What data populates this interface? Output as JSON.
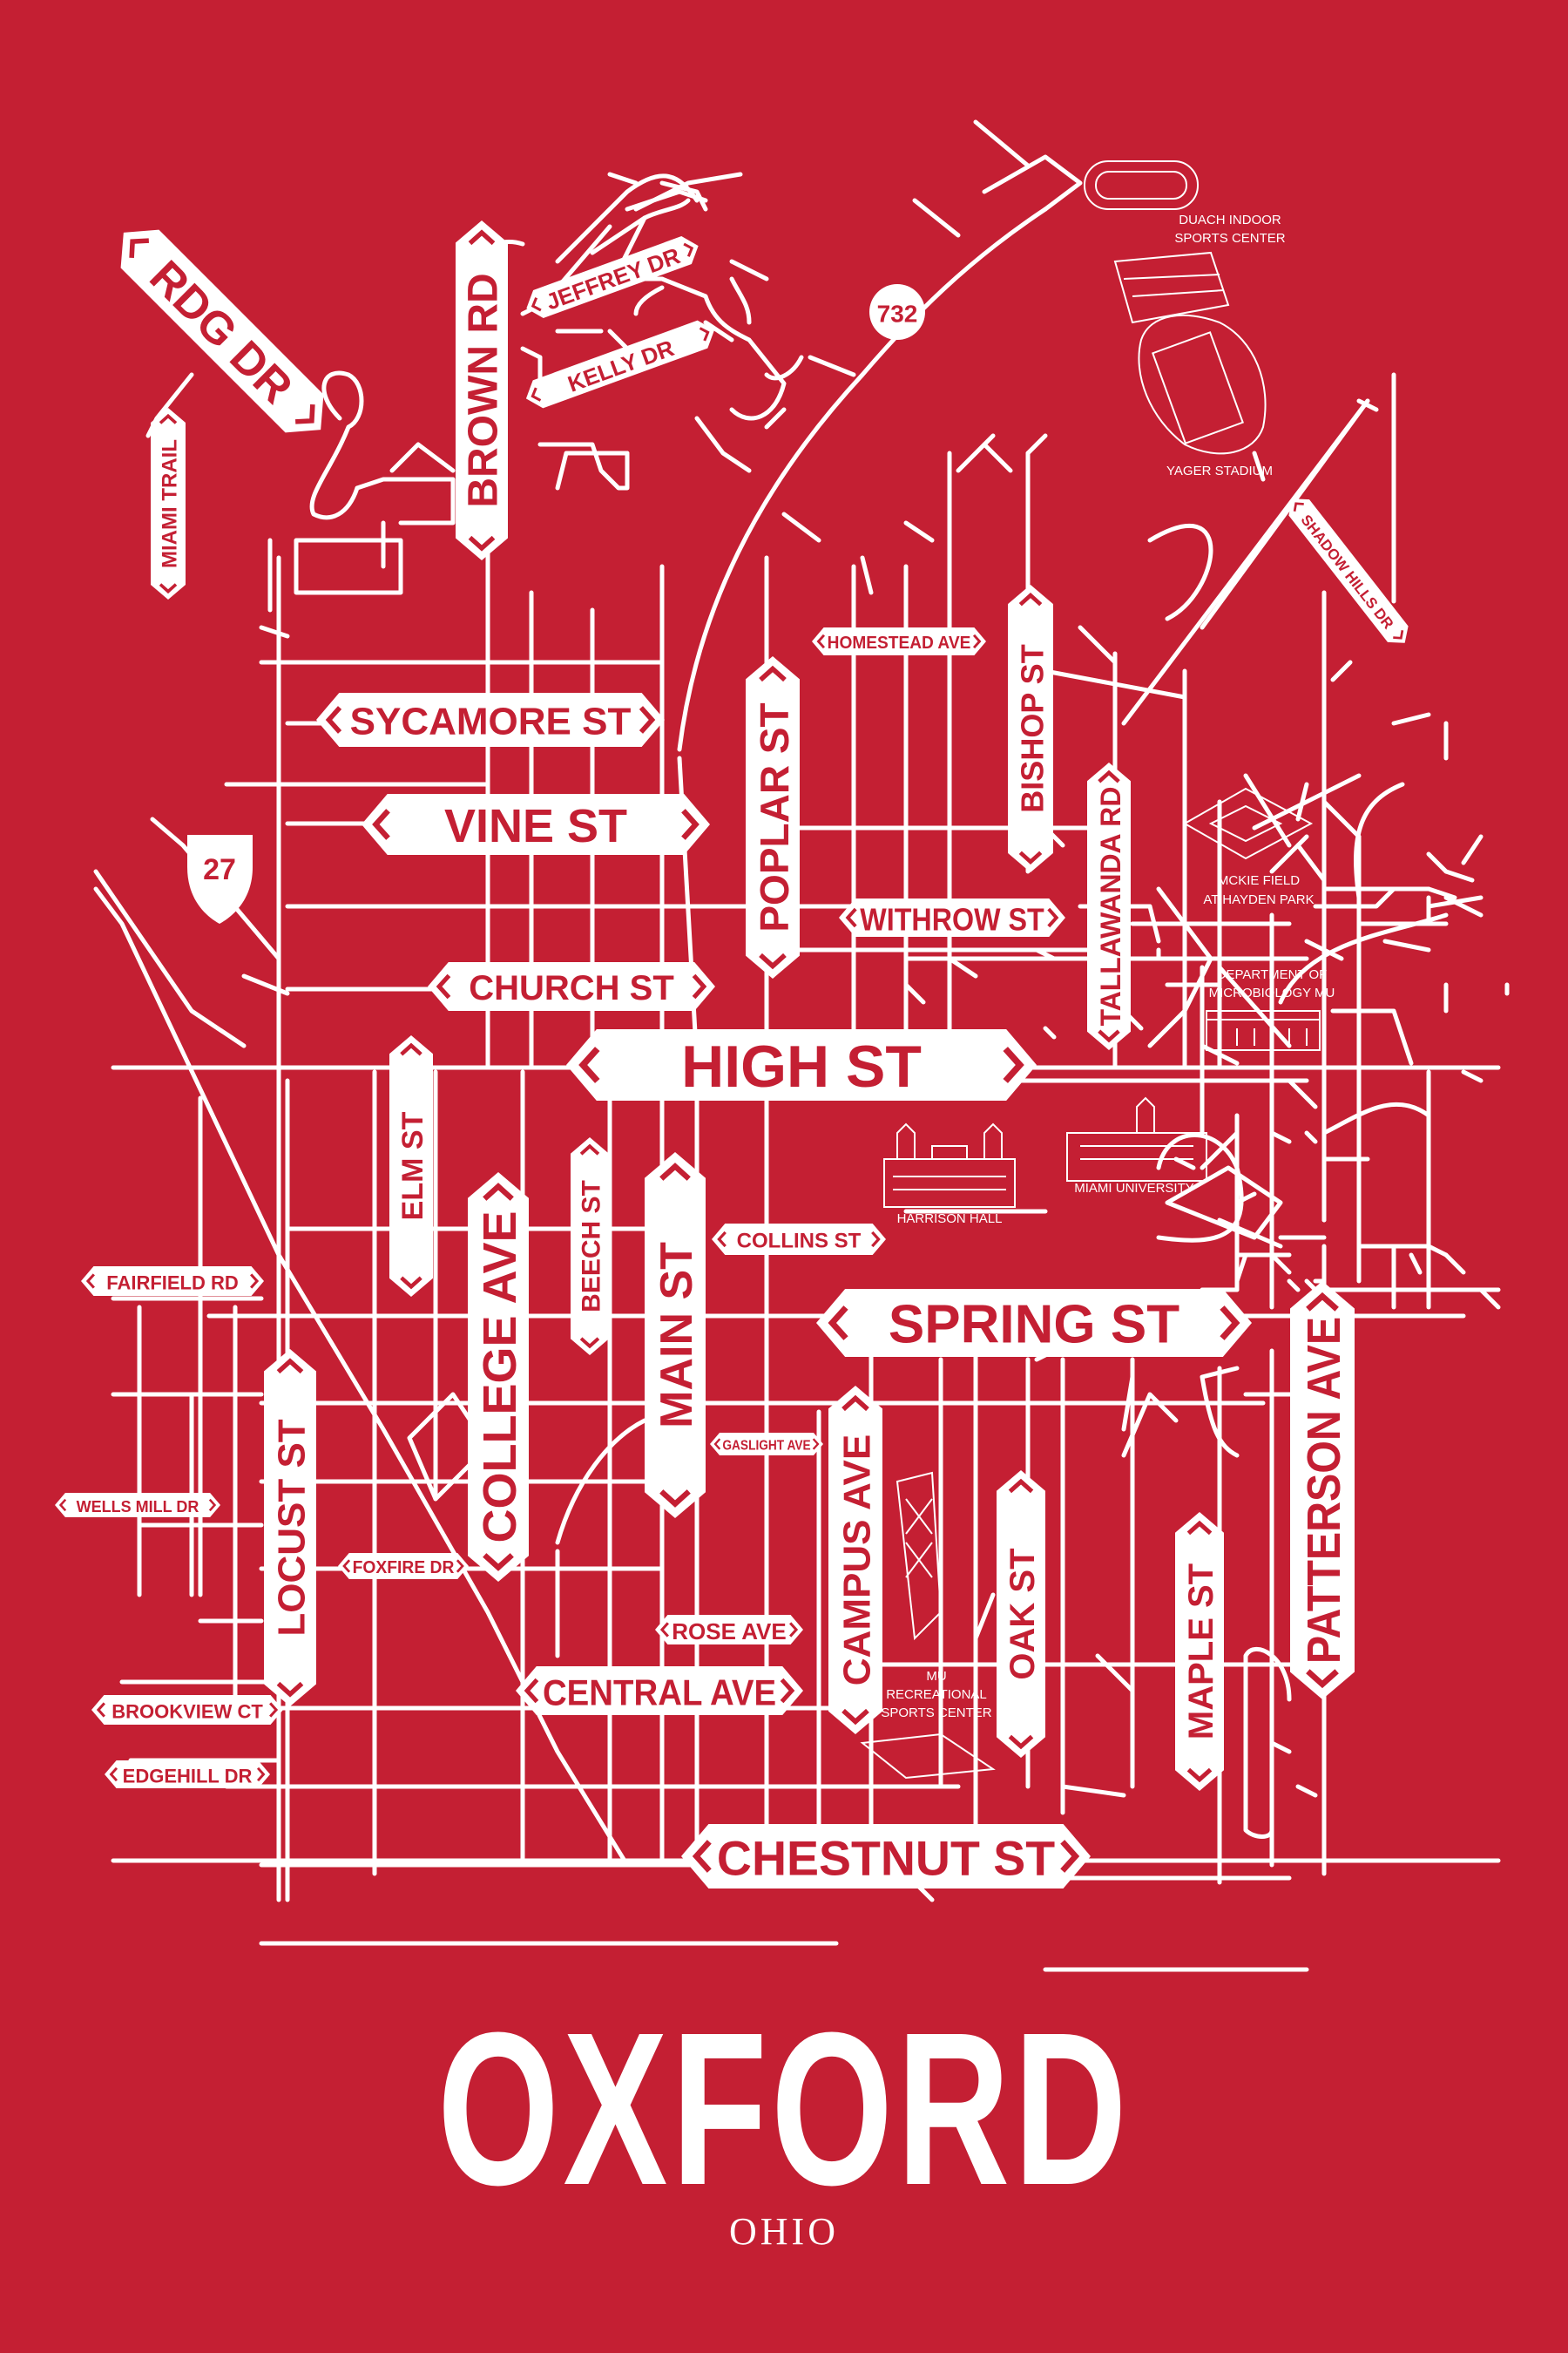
{
  "poster": {
    "city": "OXFORD",
    "state": "OHIO",
    "background_color": "#c41f33",
    "foreground_color": "#ffffff"
  },
  "route_shields": {
    "us_27": "27",
    "oh_732": "732"
  },
  "streets": {
    "rdg_dr": "RDG DR",
    "miami_trail": "MIAMI TRAIL",
    "brown_rd": "BROWN RD",
    "jeffrey_dr": "JEFFREY DR",
    "kelly_dr": "KELLY DR",
    "shadow_hills_dr": "SHADOW HILLS DR",
    "homestead_ave": "HOMESTEAD AVE",
    "sycamore_st": "SYCAMORE ST",
    "vine_st": "VINE ST",
    "poplar_st": "POPLAR ST",
    "bishop_st": "BISHOP ST",
    "tallawanda_rd": "TALLAWANDA RD",
    "withrow_st": "WITHROW ST",
    "church_st": "CHURCH ST",
    "high_st": "HIGH ST",
    "elm_st": "ELM ST",
    "college_ave": "COLLEGE AVE",
    "beech_st": "BEECH ST",
    "main_st": "MAIN ST",
    "collins_st": "COLLINS ST",
    "spring_st": "SPRING ST",
    "patterson_ave": "PATTERSON AVE",
    "fairfield_rd": "FAIRFIELD RD",
    "locust_st": "LOCUST ST",
    "wells_mill_dr": "WELLS MILL DR",
    "foxfire_dr": "FOXFIRE DR",
    "gaslight_ave": "GASLIGHT AVE",
    "campus_ave": "CAMPUS AVE",
    "oak_st": "OAK ST",
    "maple_st": "MAPLE ST",
    "rose_ave": "ROSE AVE",
    "central_ave": "CENTRAL AVE",
    "brookview_ct": "BROOKVIEW CT",
    "edgehill_dr": "EDGEHILL DR",
    "chestnut_st": "CHESTNUT ST"
  },
  "landmarks": {
    "goggin_1": "DUACH INDOOR",
    "goggin_2": "SPORTS CENTER",
    "yager": "YAGER STADIUM",
    "mckie_1": "MCKIE FIELD",
    "mckie_2": "AT HAYDEN PARK",
    "micro_1": "DEPARTMENT OF",
    "micro_2": "MICROBIOLOGY MU",
    "miami_university": "MIAMI UNIVERSITY",
    "harrison_hall": "HARRISON HALL",
    "rec_1": "MU",
    "rec_2": "RECREATIONAL",
    "rec_3": "SPORTS CENTER"
  }
}
